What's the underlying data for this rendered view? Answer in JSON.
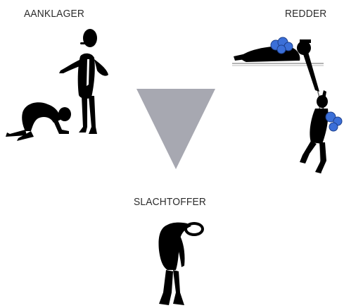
{
  "roles": {
    "accuser": "AANKLAGER",
    "rescuer": "REDDER",
    "victim": "SLACHTOFFER"
  },
  "colors": {
    "triangle": "#a7a8b1",
    "figures": "#000000",
    "backpack": "#3b6fd8",
    "label_text": "#2b2b2b"
  },
  "icons": {
    "accuser": "pointing-man-and-kneeling-figure-icon",
    "rescuer": "climber-pulling-climber-icon",
    "victim": "slumped-figure-icon",
    "center": "downward-triangle-icon"
  }
}
